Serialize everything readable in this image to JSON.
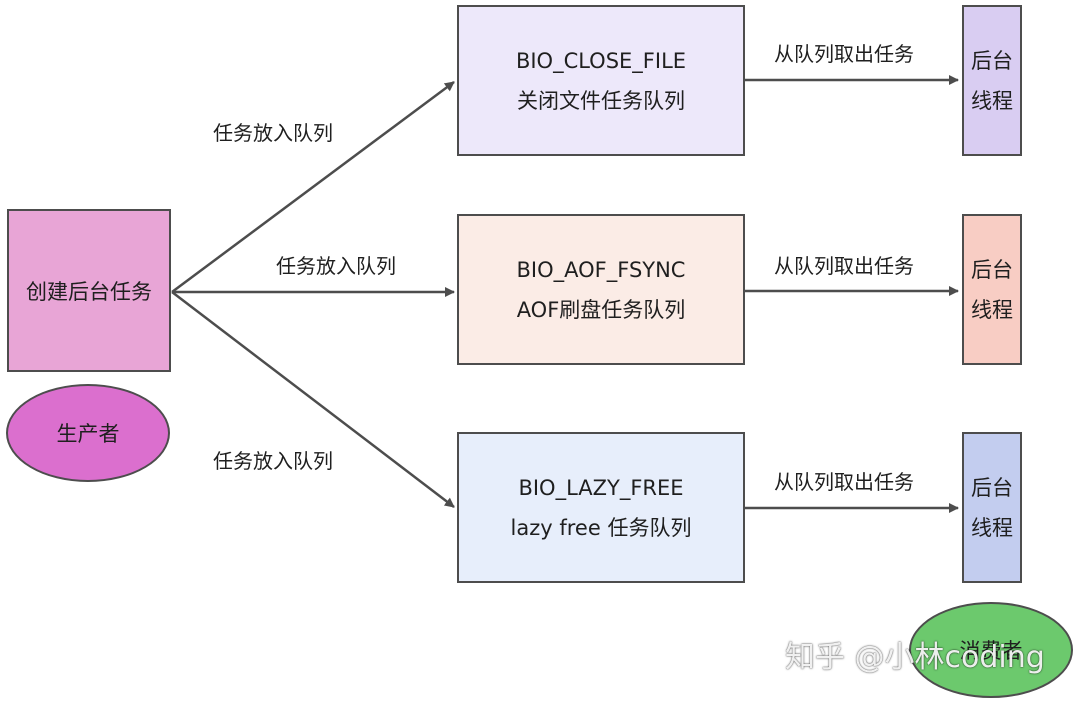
{
  "producer": {
    "task_label": "创建后台任务",
    "role_label": "生产者"
  },
  "queues": [
    {
      "name": "BIO_CLOSE_FILE",
      "desc": "关闭文件任务队列",
      "enqueue_label": "任务放入队列",
      "dequeue_label": "从队列取出任务",
      "thread_label_line1": "后台",
      "thread_label_line2": "线程"
    },
    {
      "name": "BIO_AOF_FSYNC",
      "desc": "AOF刷盘任务队列",
      "enqueue_label": "任务放入队列",
      "dequeue_label": "从队列取出任务",
      "thread_label_line1": "后台",
      "thread_label_line2": "线程"
    },
    {
      "name": "BIO_LAZY_FREE",
      "desc": "lazy free 任务队列",
      "enqueue_label": "任务放入队列",
      "dequeue_label": "从队列取出任务",
      "thread_label_line1": "后台",
      "thread_label_line2": "线程"
    }
  ],
  "consumer": {
    "role_label": "消费者"
  },
  "watermark": "知乎 @小林coding",
  "colors": {
    "producer_fill": "#e8a5d6",
    "producer_ellipse_fill": "#db6fce",
    "queue1_fill": "#ede8fa",
    "queue2_fill": "#fbece6",
    "queue3_fill": "#e7eefb",
    "thread1_fill": "#d9cdf2",
    "thread2_fill": "#f8cdc4",
    "thread3_fill": "#c3cdef",
    "consumer_fill": "#6cc96d",
    "stroke": "#4d4d4d"
  }
}
